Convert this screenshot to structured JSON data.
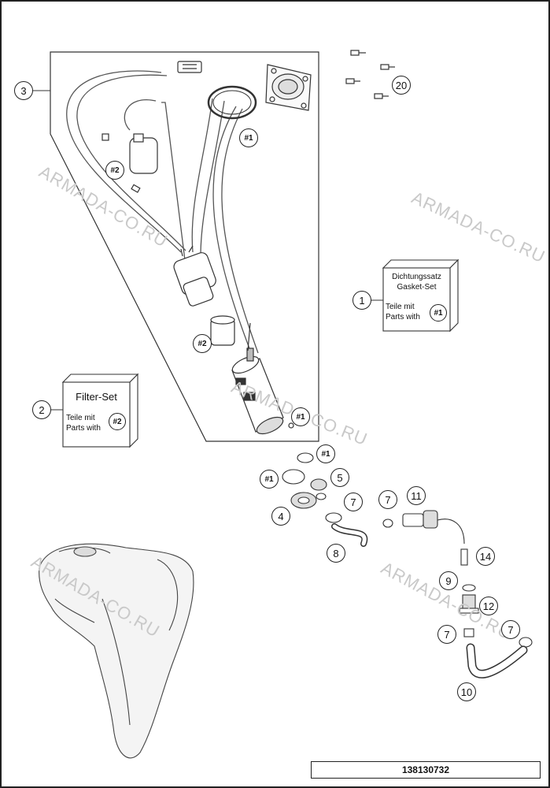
{
  "diagram_id": "138130732",
  "watermarks": [
    "ARMADA-CO.RU",
    "ARMADA-CO.RU",
    "ARMADA-CO.RU",
    "ARMADA-CO.RU",
    "ARMADA-CO.RU"
  ],
  "callouts": {
    "c1": "1",
    "c2": "2",
    "c3": "3",
    "c4": "4",
    "c5": "5",
    "c7a": "7",
    "c7b": "7",
    "c7c": "7",
    "c7d": "7",
    "c8": "8",
    "c9": "9",
    "c10": "10",
    "c11": "11",
    "c12": "12",
    "c14": "14",
    "c20": "20"
  },
  "refs": {
    "r1a": "#1",
    "r1b": "#1",
    "r1c": "#1",
    "r1d": "#1",
    "r1e": "#1",
    "r2a": "#2",
    "r2b": "#2",
    "r2c": "#2"
  },
  "gasket_set": {
    "line1": "Dichtungssatz",
    "line2": "Gasket-Set",
    "line3": "Teile mit",
    "line4": "Parts with"
  },
  "filter_set": {
    "title": "Filter-Set",
    "line1": "Teile mit",
    "line2": "Parts with"
  }
}
